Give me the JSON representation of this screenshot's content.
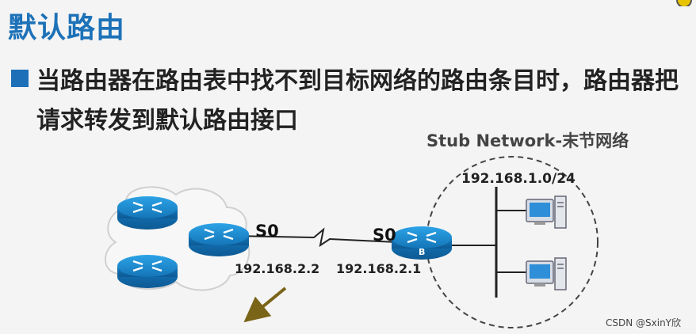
{
  "slide": {
    "title": "默认路由",
    "bullet": "当路由器在路由表中找不到目标网络的路由条目时，路由器把请求转发到默认路由接口"
  },
  "diagram": {
    "stub_label": "Stub Network-末节网络",
    "network": "192.168.1.0/24",
    "left_interface": "S0",
    "left_ip": "192.168.2.2",
    "right_interface": "S0",
    "right_ip": "192.168.2.1",
    "router_b_label": "B"
  },
  "watermark": "CSDN @SxinY欣",
  "colors": {
    "title": "#1d72b8",
    "bullet": "#1d6fb8",
    "router_body": "#1e8fd4",
    "arrow": "#7a6418"
  }
}
